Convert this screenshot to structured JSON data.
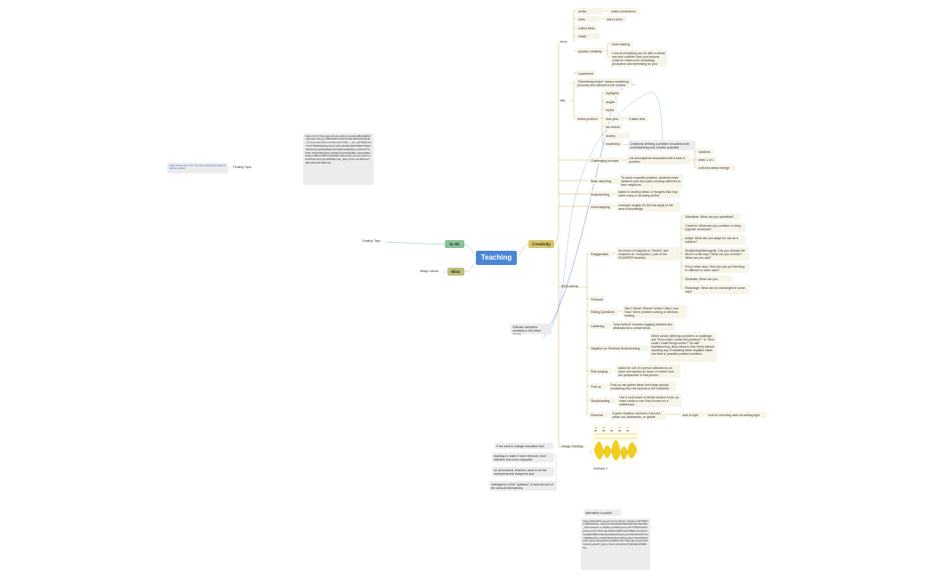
{
  "canvas": {
    "background": "#ffffff"
  },
  "colors": {
    "main": "#4b86d6",
    "creativity": "#d7c56a",
    "todo": "#86c398",
    "misc": "#bcc07a",
    "branch_line": "#c8b562",
    "left_line": "#8fbf9b",
    "relation": "#5d8fd8",
    "note_bg": "#f7f4e8"
  },
  "main_topic": "Teaching",
  "categories": {
    "creativity": "Creativity",
    "todo": "to do",
    "misc": "Misc"
  },
  "floating": {
    "url_top": "https://s3.fr.f3ng.iguru/3.icloudfront.net/2p0d8a1E3ll4lmfmwFA1&mq_i7dB3dl4I7Ael8Ffs1f3a4db4dAFdfsde_fd-1yw-learning-environment-VLE—_let_pdf?Expires=1677054003&Signature=EF-jDd3bQRKFGBPG3tjAFTEOFFsjsdW4fa8kEEsi5763kbod3EFEG-4nDVK3TSPd0r-IWaF854ldafd+nFRdDxO13Xs8a8ks-CkQ0Dl5Ix8d4Lp-2Bb4r5ND1qNSh8t4r78FxInNcoxyth1mabTGu6C0hoPz4mbnjCoRi8DRyCE_&Key-Pair-Id=APKAJTNPwOP4F8H9BCSA",
    "floating_topic_1": "Floating Topic",
    "url_mid": "https://www.i3t.ir/ztn-numbers/old/award/gamification-guide/",
    "floating_topic_2": "Floating Topic",
    "design_course": "design course",
    "criticism": "Criticism dampens creativity in the initial stages",
    "change_1": "If we want to change education and",
    "change_2": "learning to make it more relevant, more effective and more enjoyable",
    "change_3": "for all involved, teachers need to be the entrepreneurial designers and",
    "change_4": "redesigners of the \"systems\" of schools and of the schools themselves.",
    "alt_label": "alternative to padlet",
    "url_bottom": "https://d3c1l1fnr.jseenc3.cloudfront.net/demo/0f73257(ctd8023fa0a_fe8e97b4ba4a64f16ab4f0f4ebc8e23ae_Alternatives-to-Padlet.pdf?Expires=1677054003&Signature=EYPPeUqmFSW-FPBYTQ5YBEE-HuxjDxbrQeafEFRBFX9alQJaoRGFAhsdhq-yVXW9l4dCfCXoh+0FBRAI?d+j-3GKF8i7DOkrbvRRyuv9eFY01IH3h6U0z6L-ROLv4ngfu0KGJsNRPF7W-Y6lbeqbCqpbUrSfTC2fpZ-bdMJH_&Key-Pair-Id=APKAJTNMJ6F9H8BCSA"
  },
  "todo_branch": {
    "items": [
      {
        "label": "revise knowledge",
        "child": "make connections"
      },
      {
        "label": "other teachers",
        "child": "talk to them"
      },
      {
        "label": "collect ideas"
      },
      {
        "label": "shape learning"
      },
      {
        "label": "practice creativity",
        "children": [
          "brain training",
          "Look at everything you do with a critical eye and consider how your lessons could be made more motivating, productive and interesting for your learners."
        ]
      },
      {
        "label": "experiment"
      }
    ],
    "title": "to do"
  },
  "tips_branch": {
    "title": "tips",
    "quote": "\"Something unique\" means something personal and relevant to the student",
    "define_problem": "define problem",
    "define_children": [
      "highlights",
      "angles",
      "myths",
      "time-year",
      "tax human",
      "access creativity",
      "leadership"
    ],
    "takes_time": "it takes time",
    "creatively_defining": "Creatively defining a problem broadens both understanding and creative potential."
  },
  "challenging": {
    "title": "Challenging prompts",
    "desc": "List assumptions associated with a task or problem.",
    "children": [
      "solutions",
      "when 1 of 1",
      "until new ideas emerge"
    ]
  },
  "idea_tools": [
    {
      "title": "Brain sketching",
      "desc": "To solve a specific problem, students make sketches and then pass evolving sketches to their neighbors."
    },
    {
      "title": "Brainstorming",
      "desc": "talked to develop ideas or thoughts that may seem crazy or shocking at first."
    },
    {
      "title": "mind-mapping",
      "desc": "concepts roughly 20-30) that apply to the area of knowledge."
    }
  ],
  "exaggeration": {
    "title": "Exaggeration",
    "desc": "two forms of magnify on \"stretch\" and minimize on \"compress\"), part of the SCAMPER heuristic.",
    "scamper": [
      "Substitute: What can you substitute?",
      "Combine: What can you combine or bring together somehow?",
      "Adapt: What can you adapt for use as a solution?",
      "Modify/simplify/magnify: Can you change the item in some way? What can you remove? What can you add?",
      "Put to other uses: How can you put the thing to different or other uses?",
      "Eliminate: What can you eliminate?",
      "Rearrange: What can be rearranged in some way?"
    ]
  },
  "idea_activity_title": "IDEA Activity",
  "more_tools": [
    {
      "title": "Fishbone"
    },
    {
      "title": "Rolling Questions",
      "desc": "Who? What? Where? When? Why? and How? when problem-solving or decision-making."
    },
    {
      "title": "Laddering",
      "desc": "\"why method\" involves toggling between two abstractions to create ideas."
    },
    {
      "title": "Negative (or Reverse) Brainstorming",
      "desc": "When clearly defining a problem or challenge, ask \"How could I cause this problem?\" or \"How could I make things worse?\" As with brainstorming, allow ideas to flow freely without rejecting any. Evaluating these negative ideas can lead to possible positive solutions."
    },
    {
      "title": "Role-playing",
      "desc": "takes the role of a person affected by an issue and studies an issue or events from the perspective of that person."
    },
    {
      "title": "Post up",
      "desc": "Post-up can gather ideas from large groups, numbering from the dozens to the hundreds."
    },
    {
      "title": "Storyboarding",
      "desc": "Use a cork board or similar surface to pin up index cards or use Post-it notes on a whiteboard."
    },
    {
      "title": "Reversal",
      "desc": "A given situation and turns it around, inside out, backwards, or upside down.",
      "c1": "dark to light",
      "c2": "look for removing dark not adding light"
    }
  ],
  "design_thinking": {
    "title": "Design Thinking",
    "image_caption": "Subtopic 1"
  }
}
